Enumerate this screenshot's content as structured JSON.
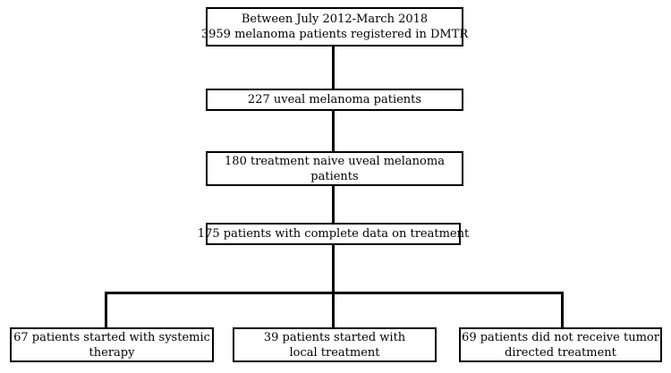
{
  "flowchart": {
    "title": "Uveal melanoma patient flow diagram",
    "colors": {
      "box_border": "#000000",
      "box_background": "#ffffff",
      "text": "#000000",
      "connector": "#000000"
    },
    "boxes": [
      {
        "id": "registry",
        "lines": [
          "Between July 2012-March 2018",
          "3959 melanoma patients registered in DMTR"
        ]
      },
      {
        "id": "uveal",
        "lines": [
          "227 uveal melanoma patients"
        ]
      },
      {
        "id": "treatment-naive",
        "lines": [
          "180 treatment naive uveal melanoma",
          "patients"
        ]
      },
      {
        "id": "complete-data",
        "lines": [
          "175 patients with complete data on treatment"
        ]
      },
      {
        "id": "systemic-therapy",
        "lines": [
          "67 patients started with systemic",
          "therapy"
        ]
      },
      {
        "id": "local-treatment",
        "lines": [
          "39 patients started with",
          "local treatment"
        ]
      },
      {
        "id": "no-tumor-directed-treatment",
        "lines": [
          "69 patients did not receive tumor",
          "directed treatment"
        ]
      }
    ]
  }
}
